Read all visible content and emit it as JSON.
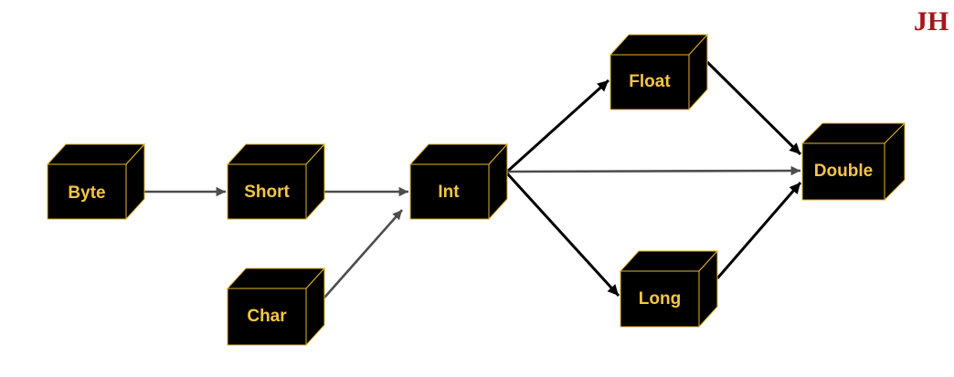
{
  "nodes": [
    {
      "label": "Byte"
    },
    {
      "label": "Short"
    },
    {
      "label": "Char"
    },
    {
      "label": "Int"
    },
    {
      "label": "Float"
    },
    {
      "label": "Long"
    },
    {
      "label": "Double"
    }
  ],
  "edges": [
    {
      "from": 0,
      "to": 1,
      "color": "#4d4d4d"
    },
    {
      "from": 1,
      "to": 3,
      "color": "#4d4d4d"
    },
    {
      "from": 2,
      "to": 3,
      "color": "#4d4d4d"
    },
    {
      "from": 3,
      "to": 4,
      "color": "#000000"
    },
    {
      "from": 3,
      "to": 6,
      "color": "#4d4d4d"
    },
    {
      "from": 3,
      "to": 5,
      "color": "#000000"
    },
    {
      "from": 4,
      "to": 6,
      "color": "#000000"
    },
    {
      "from": 5,
      "to": 6,
      "color": "#000000"
    }
  ],
  "colors": {
    "cube_fill": "#000000",
    "cube_edge": "#e3b431",
    "label_text": "#f6c644",
    "logo": "#a8141a"
  },
  "logo": {
    "text": "JH"
  }
}
